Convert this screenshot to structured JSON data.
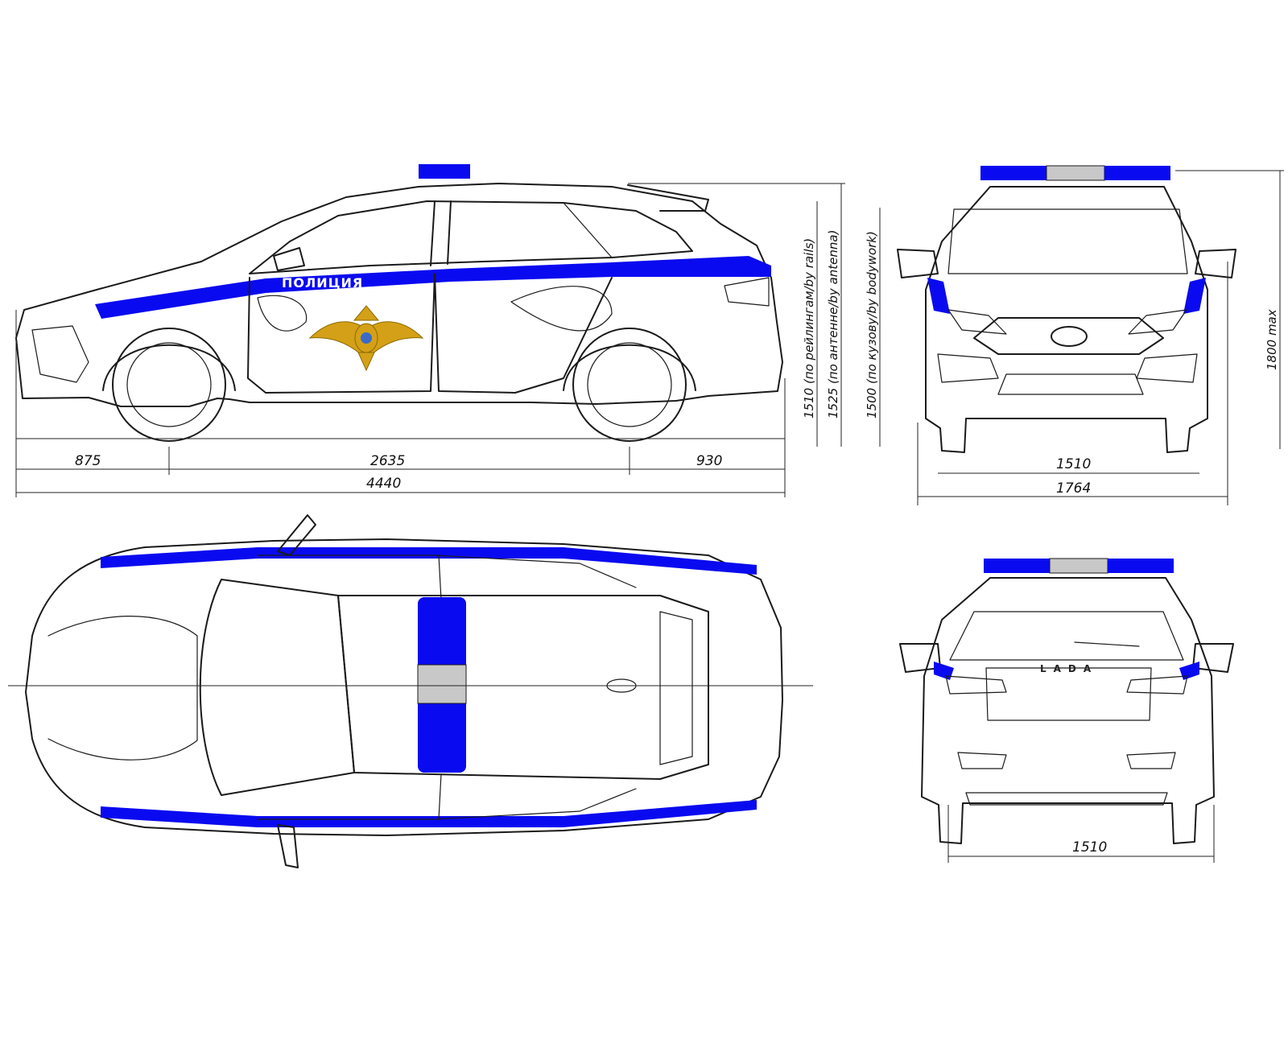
{
  "colors": {
    "livery_blue": "#0a0af0",
    "lightbar_center": "#c8c8c8",
    "emblem_gold": "#d4a017",
    "line": "#1a1a1a"
  },
  "side_view": {
    "door_text": "ПОЛИЦИЯ",
    "emblem": "mvd-eagle-emblem",
    "dims": {
      "front_overhang": "875",
      "wheelbase": "2635",
      "rear_overhang": "930",
      "length": "4440"
    },
    "heights": {
      "rails": "1510 (по рейлингам/by rails)",
      "antenna": "1525 (по антенне/by antenna)",
      "bodywork": "1500 (по кузову/by bodywork)"
    }
  },
  "front_view": {
    "dims": {
      "track": "1510",
      "width": "1764",
      "max_height": "1800 max"
    }
  },
  "rear_view": {
    "badge": "LADA",
    "dims": {
      "track": "1510"
    }
  }
}
